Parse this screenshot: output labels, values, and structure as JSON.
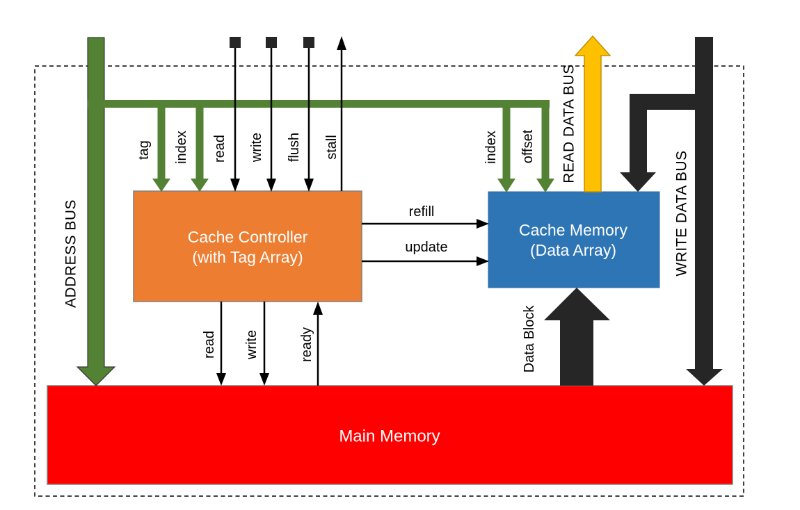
{
  "colors": {
    "address_bus_green": "#548235",
    "controller_orange": "#ED7D31",
    "cache_blue": "#2E75B6",
    "memory_red": "#FF0000",
    "read_bus_yellow": "#FFC000",
    "read_bus_yellow_border": "#BF9000",
    "data_bus_black": "#262626",
    "box_border_gray": "#808080"
  },
  "boxes": {
    "cache_controller": {
      "line1": "Cache Controller",
      "line2": "(with Tag Array)"
    },
    "cache_memory": {
      "line1": "Cache Memory",
      "line2": "(Data Array)"
    },
    "main_memory": {
      "line1": "Main Memory"
    }
  },
  "bus_labels": {
    "address_bus": "ADDRESS BUS",
    "read_data_bus": "READ DATA BUS",
    "write_data_bus": "WRITE DATA BUS",
    "data_block": "Data Block"
  },
  "signals": {
    "tag": "tag",
    "index_left": "index",
    "read_top": "read",
    "write_top": "write",
    "flush": "flush",
    "stall": "stall",
    "index_right": "index",
    "offset": "offset",
    "refill": "refill",
    "update": "update",
    "read_bottom": "read",
    "write_bottom": "write",
    "ready": "ready"
  }
}
